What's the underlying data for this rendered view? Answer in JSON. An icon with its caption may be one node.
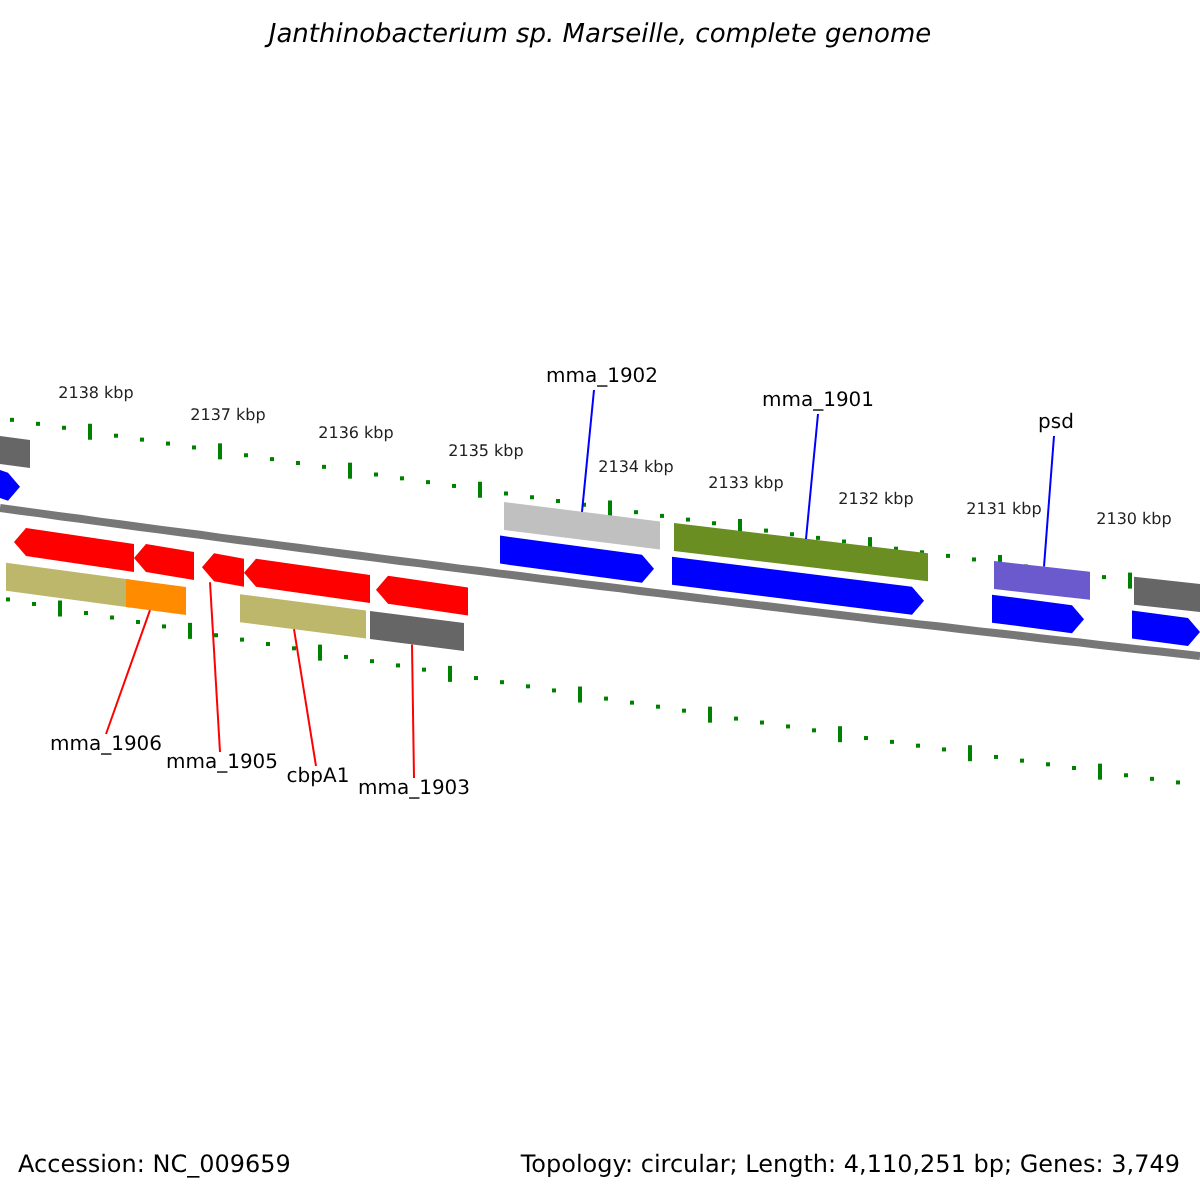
{
  "diagram": {
    "title": "Janthinobacterium sp. Marseille, complete genome",
    "nodes": [
      {
        "text": [
          "mma_1906"
        ]
      },
      {
        "text": [
          "mma_1905"
        ]
      },
      {
        "text": [
          "cbpA1"
        ]
      },
      {
        "text": [
          "mma_1903"
        ]
      },
      {
        "text": [
          "mma_1902"
        ]
      },
      {
        "text": [
          "mma_1901"
        ]
      },
      {
        "text": [
          "psd"
        ]
      },
      {
        "text": [],
        "shape": "bar"
      },
      {
        "text": [],
        "shape": "pentagon"
      },
      {
        "text": [],
        "shape": "bar"
      },
      {
        "text": [],
        "shape": "pentagon"
      },
      {
        "text": [],
        "shape": "bar"
      },
      {
        "text": [],
        "shape": "pentagon"
      },
      {
        "text": [],
        "shape": "bar"
      },
      {
        "text": [],
        "shape": "pentagon"
      },
      {
        "text": [],
        "shape": "bar"
      },
      {
        "text": [],
        "shape": "pentagon"
      },
      {
        "text": [],
        "shape": "pentagon"
      },
      {
        "text": [],
        "shape": "pentagon"
      },
      {
        "text": [],
        "shape": "bar"
      },
      {
        "text": [],
        "shape": "bar"
      },
      {
        "text": [],
        "shape": "pentagon"
      },
      {
        "text": [],
        "shape": "pentagon"
      },
      {
        "text": [],
        "shape": "bar"
      },
      {
        "text": [],
        "shape": "pentagon"
      },
      {
        "text": [],
        "shape": "bar"
      }
    ],
    "edges": [
      {
        "from": 0,
        "to": 20,
        "arrow": "none",
        "color": "#ff0000"
      },
      {
        "from": 1,
        "to": 21,
        "arrow": "none",
        "color": "#ff0000"
      },
      {
        "from": 2,
        "to": 23,
        "arrow": "none",
        "color": "#ff0000"
      },
      {
        "from": 3,
        "to": 25,
        "arrow": "none",
        "color": "#ff0000"
      },
      {
        "from": 4,
        "to": 9,
        "arrow": "none",
        "color": "#0000ff"
      },
      {
        "from": 5,
        "to": 11,
        "arrow": "none",
        "color": "#0000ff"
      },
      {
        "from": 6,
        "to": 13,
        "arrow": "none",
        "color": "#0000ff"
      }
    ],
    "labels": [
      "2138 kbp",
      "2137 kbp",
      "2136 kbp",
      "2135 kbp",
      "2134 kbp",
      "2133 kbp",
      "2132 kbp",
      "2131 kbp",
      "2130 kbp",
      "Accession: NC_009659",
      "Topology: circular; Length: 4,110,251 bp; Genes: 3,749"
    ]
  }
}
